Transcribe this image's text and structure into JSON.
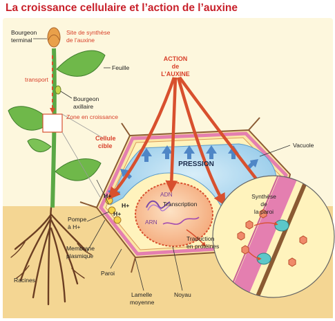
{
  "title": "La croissance cellulaire et l’action de l’auxine",
  "labels": {
    "bourgeon_terminal_1": "Bourgeon",
    "bourgeon_terminal_2": "terminal",
    "site_synthese_1": "Site de synthèse",
    "site_synthese_2": "de l’auxine",
    "feuille": "Feuille",
    "transport": "transport",
    "bourgeon_axillaire_1": "Bourgeon",
    "bourgeon_axillaire_2": "axillaire",
    "zone_croissance": "Zone en croissance",
    "cellule_cible_1": "Cellule",
    "cellule_cible_2": "cible",
    "action_1": "ACTION",
    "action_2": "de",
    "action_3": "L’AUXINE",
    "vacuole": "Vacuole",
    "pression": "PRESSION",
    "adn": "ADN",
    "transcription": "Transcription",
    "arn": "ARN",
    "traduction_1": "Traduction",
    "traduction_2": "en protéines",
    "h_plus_1": "H+",
    "h_plus_2": "H+",
    "h_plus_3": "H+",
    "pompe_1": "Pompe",
    "pompe_2": "à H+",
    "membrane_1": "Membrane",
    "membrane_2": "plasmique",
    "racines": "Racines",
    "paroi": "Paroi",
    "lamelle_1": "Lamelle",
    "lamelle_2": "moyenne",
    "noyau": "Noyau",
    "synthese_paroi_1": "Synthèse",
    "synthese_paroi_2": "de",
    "synthese_paroi_3": "la paroi"
  },
  "colors": {
    "title": "#c8202a",
    "red_label": "#d8402a",
    "stem": "#5aa845",
    "leaf": "#6fb84a",
    "cell_fill": "#fff3bd",
    "wall": "#e47fb0",
    "vacuole": "#9fd1ec",
    "nucleus": "#f7b98a",
    "arrow_blue": "#4f86c6",
    "arrow_red": "#d8502e",
    "soil": "#f2d086"
  }
}
